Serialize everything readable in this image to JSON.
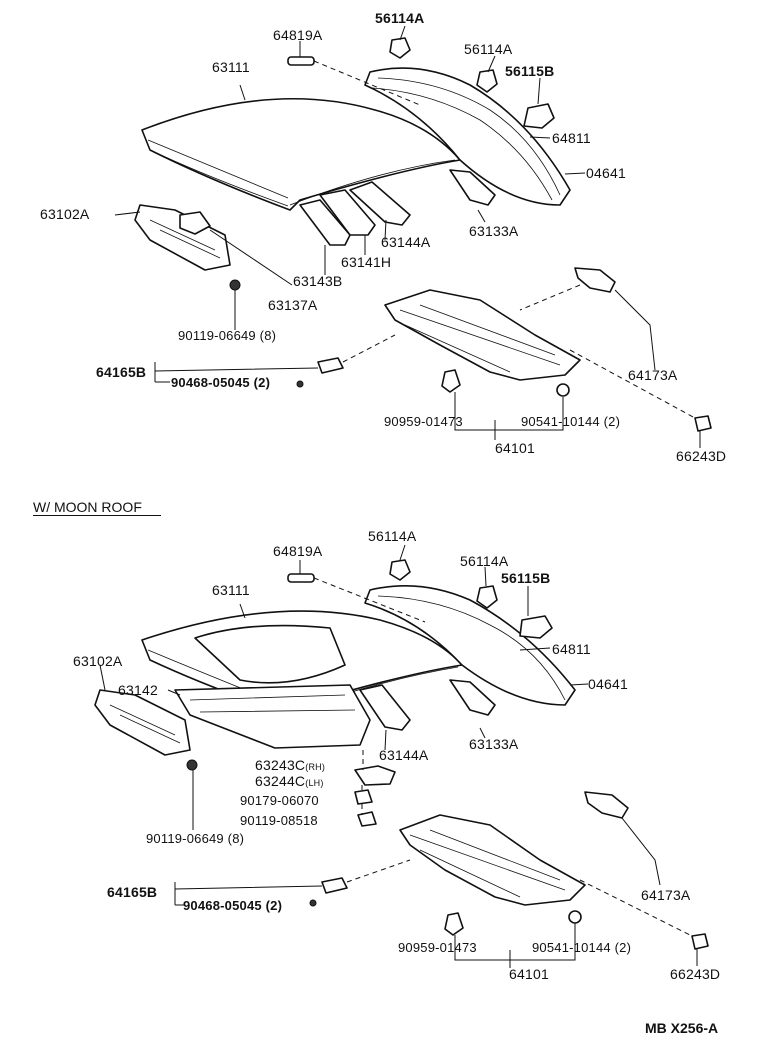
{
  "section_title": "W/ MOON ROOF",
  "drawing_code": "MB  X256-A",
  "upper": {
    "p64819A": "64819A",
    "p56114A_a": "56114A",
    "p56114A_b": "56114A",
    "p56115B": "56115B",
    "p63111": "63111",
    "p64811": "64811",
    "p04641": "04641",
    "p63102A": "63102A",
    "p63133A": "63133A",
    "p63144A": "63144A",
    "p63141H": "63141H",
    "p63143B": "63143B",
    "p63137A": "63137A",
    "p90119": "90119-06649 (8)",
    "p64165B": "64165B",
    "p90468": "90468-05045 (2)",
    "p64173A": "64173A",
    "p90959": "90959-01473",
    "p90541": "90541-10144 (2)",
    "p64101": "64101",
    "p66243D": "66243D"
  },
  "lower": {
    "p64819A": "64819A",
    "p56114A_a": "56114A",
    "p56114A_b": "56114A",
    "p56115B": "56115B",
    "p63111": "63111",
    "p64811": "64811",
    "p04641": "04641",
    "p63102A": "63102A",
    "p63142": "63142",
    "p63133A": "63133A",
    "p63144A": "63144A",
    "p63243C": "63243C",
    "p63243C_side": "(RH)",
    "p63244C": "63244C",
    "p63244C_side": "(LH)",
    "p90179": "90179-06070",
    "p90119_08518": "90119-08518",
    "p90119": "90119-06649 (8)",
    "p64165B": "64165B",
    "p90468": "90468-05045 (2)",
    "p64173A": "64173A",
    "p90959": "90959-01473",
    "p90541": "90541-10144 (2)",
    "p64101": "64101",
    "p66243D": "66243D"
  }
}
